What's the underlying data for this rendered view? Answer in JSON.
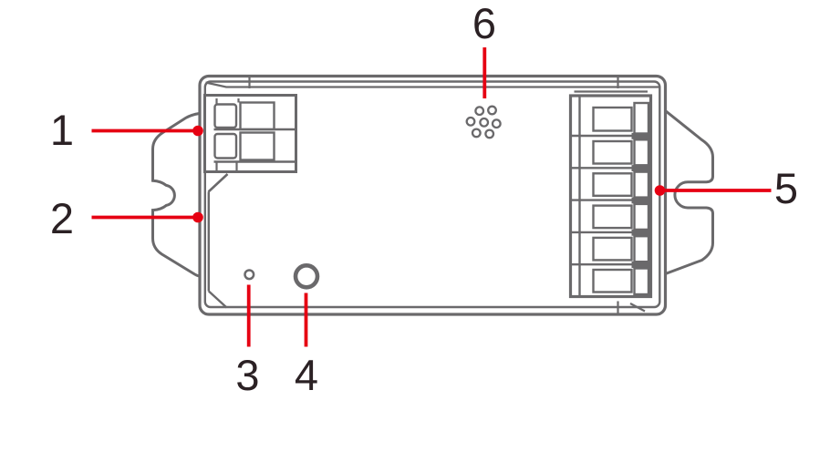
{
  "figure": {
    "type": "device-top-view-line-diagram",
    "background": "#ffffff",
    "outline_color": "#6a696b",
    "callout_color": "#e60012",
    "label_color": "#2b2124",
    "callouts": [
      {
        "number": "1"
      },
      {
        "number": "2"
      },
      {
        "number": "3"
      },
      {
        "number": "4"
      },
      {
        "number": "5"
      },
      {
        "number": "6"
      }
    ]
  }
}
